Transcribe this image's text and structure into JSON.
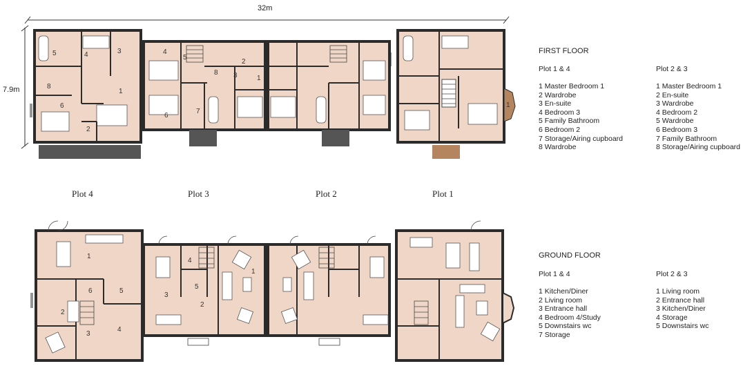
{
  "dimensions": {
    "width": "32m",
    "depth": "7.9m"
  },
  "plots": [
    "Plot 4",
    "Plot 3",
    "Plot 2",
    "Plot 1"
  ],
  "colors": {
    "room_fill": "#f0d6c6",
    "wall": "#2b2b2b",
    "paving_dark": "#555555",
    "paving_brown": "#b58560"
  },
  "first_floor": {
    "title": "FIRST FLOOR",
    "group_a": {
      "heading": "Plot 1 & 4",
      "rooms": [
        "1 Master Bedroom 1",
        "2 Wardrobe",
        "3 En-suite",
        "4 Bedroom 3",
        "5 Family Bathroom",
        "6 Bedroom 2",
        "7 Storage/Airing cupboard",
        "8 Wardrobe"
      ]
    },
    "group_b": {
      "heading": "Plot 2 & 3",
      "rooms": [
        "1 Master Bedroom 1",
        "2 En-suite",
        "3 Wardrobe",
        "4 Bedroom 2",
        "5 Wardrobe",
        "6 Bedroom 3",
        "7 Family Bathroom",
        "8 Storage/Airing cupboard"
      ]
    }
  },
  "ground_floor": {
    "title": "GROUND FLOOR",
    "group_a": {
      "heading": "Plot 1 & 4",
      "rooms": [
        "1 Kitchen/Diner",
        "2 Living room",
        "3 Entrance hall",
        "4 Bedroom 4/Study",
        "5 Downstairs wc",
        "7 Storage"
      ]
    },
    "group_b": {
      "heading": "Plot 2 & 3",
      "rooms": [
        "1 Living room",
        "2 Entrance hall",
        "3 Kitchen/Diner",
        "4 Storage",
        "5 Downstairs wc"
      ]
    }
  },
  "room_numbers": {
    "ff_p4": [
      "1",
      "2",
      "4",
      "5",
      "3",
      "6",
      "8"
    ],
    "ff_p3": [
      "4",
      "5",
      "2",
      "8",
      "3",
      "1",
      "6",
      "7"
    ],
    "ff_p1": [
      "1"
    ],
    "gf_p4": [
      "1",
      "2",
      "3",
      "4",
      "5",
      "6"
    ],
    "gf_p3": [
      "4",
      "3",
      "5",
      "2",
      "1"
    ]
  }
}
